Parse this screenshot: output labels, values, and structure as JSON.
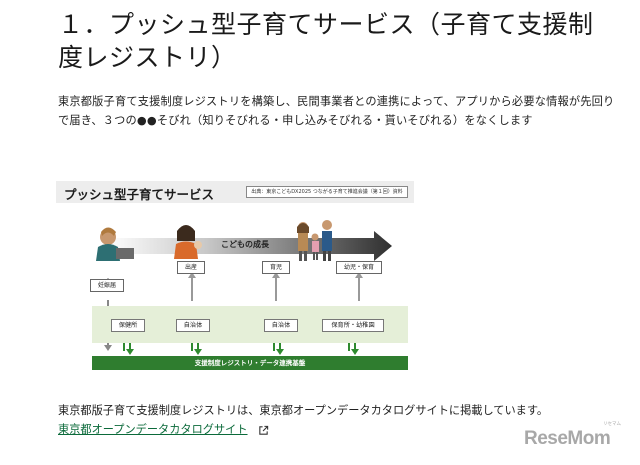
{
  "heading": "１．プッシュ型子育てサービス（子育て支援制度レジストリ）",
  "intro": "東京都版子育て支援制度レジストリを構築し、民間事業者との連携によって、アプリから必要な情報が先回りで届き、３つの●●そびれ（知りそびれる・申し込みそびれる・貰いそびれる）をなくします",
  "figure": {
    "title": "プッシュ型子育てサービス",
    "source": "出典：東京こどもDX2025 つながる子育て推進会議（第１回）資料",
    "growth_label": "こどもの成長",
    "stages": {
      "pregnancy": "妊娠届",
      "birth": "出産",
      "childcare": "育児",
      "kindergarten": "幼児・保育"
    },
    "orgs": {
      "health_center": "保健所",
      "municipality_1": "自治体",
      "municipality_2": "自治体",
      "nursery": "保育所・幼稚園"
    },
    "platform": "支援制度レジストリ・データ連携基盤",
    "colors": {
      "accent_green": "#2f7d2f",
      "band_green": "#e5efd8",
      "arrow_dark": "#2f2f2f"
    }
  },
  "note": "東京都版子育て支援制度レジストリは、東京都オープンデータカタログサイトに掲載しています。",
  "link": {
    "label": "東京都オープンデータカタログサイト",
    "icon": "external-link-icon"
  },
  "brand": {
    "logo": "ReseMom",
    "kana": "リセマム"
  }
}
